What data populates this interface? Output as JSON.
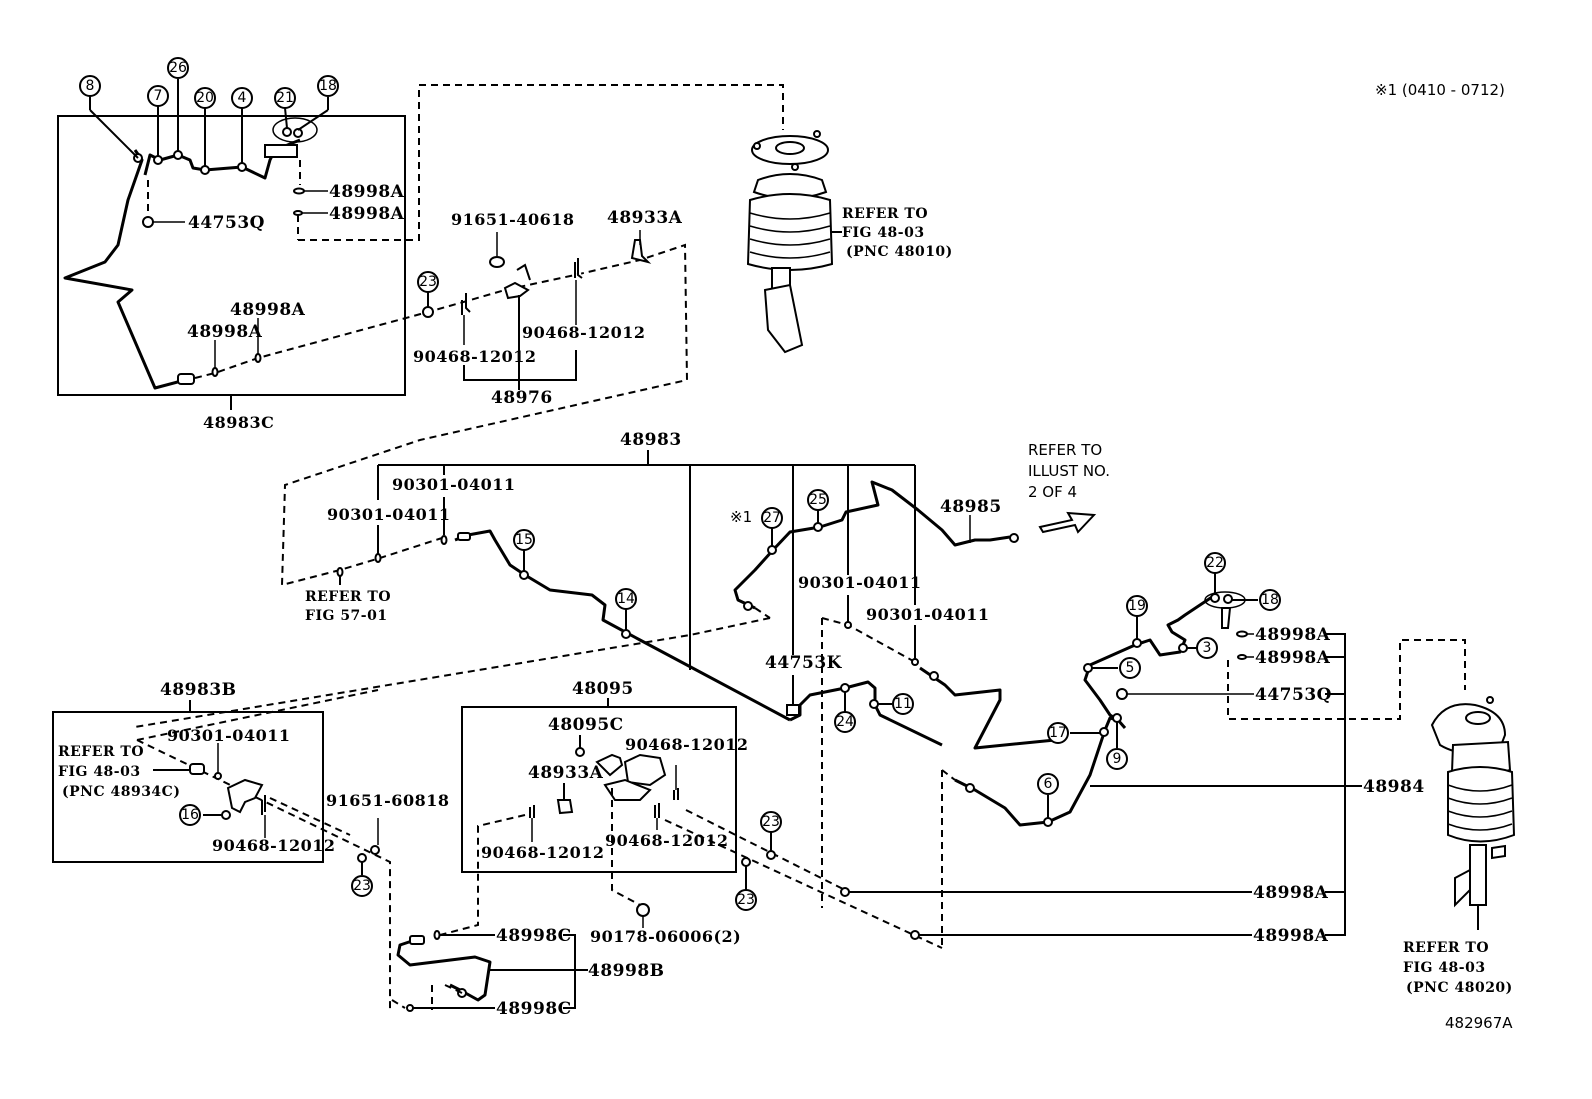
{
  "diagram": {
    "note": "※1 (0410 - 0712)",
    "figure_id": "482967A",
    "callouts": [
      "8",
      "7",
      "26",
      "20",
      "4",
      "21",
      "18",
      "23",
      "15",
      "14",
      "27",
      "25",
      "24",
      "11",
      "22",
      "18",
      "19",
      "3",
      "5",
      "17",
      "9",
      "6",
      "16",
      "23",
      "23",
      "23"
    ],
    "callout_prefix_27": "※1",
    "parts": {
      "p48998A_1": "48998A",
      "p48998A_2": "48998A",
      "p44753Q_1": "44753Q",
      "p48998A_3": "48998A",
      "p48998A_4": "48998A",
      "p48983C": "48983C",
      "p91651_40618": "91651-40618",
      "p48933A_1": "48933A",
      "p90468_a": "90468-12012",
      "p90468_b": "90468-12012",
      "p48976": "48976",
      "p48983": "48983",
      "p90301_a": "90301-04011",
      "p90301_b": "90301-04011",
      "p90301_c": "90301-04011",
      "p90301_d": "90301-04011",
      "p48985": "48985",
      "p44753K": "44753K",
      "p48983B": "48983B",
      "p90301_e": "90301-04011",
      "p90468_c": "90468-12012",
      "p91651_60818": "91651-60818",
      "p48095": "48095",
      "p48095C": "48095C",
      "p48933A_2": "48933A",
      "p90468_d": "90468-12012",
      "p90468_e": "90468-12012",
      "p90468_f": "90468-12012",
      "p90178": "90178-06006(2)",
      "p48998C_1": "48998C",
      "p48998B": "48998B",
      "p48998C_2": "48998C",
      "p48998A_5": "48998A",
      "p48998A_6": "48998A",
      "p44753Q_2": "44753Q",
      "p48984": "48984",
      "p48998A_7": "48998A",
      "p48998A_8": "48998A"
    },
    "refs": {
      "strut_front_left": [
        "REFER TO",
        "FIG 48-03",
        "(PNC 48010)"
      ],
      "strut_front_right": [
        "REFER TO",
        "FIG 48-03",
        "(PNC 48020)"
      ],
      "fig_57_01": [
        "REFER TO",
        "FIG 57-01"
      ],
      "fig_48_03_pnc_48934C": [
        "REFER TO",
        "FIG 48-03",
        "(PNC 48934C)"
      ],
      "illust_2_of_4": [
        "REFER TO",
        "ILLUST NO.",
        "2 OF 4"
      ]
    }
  }
}
